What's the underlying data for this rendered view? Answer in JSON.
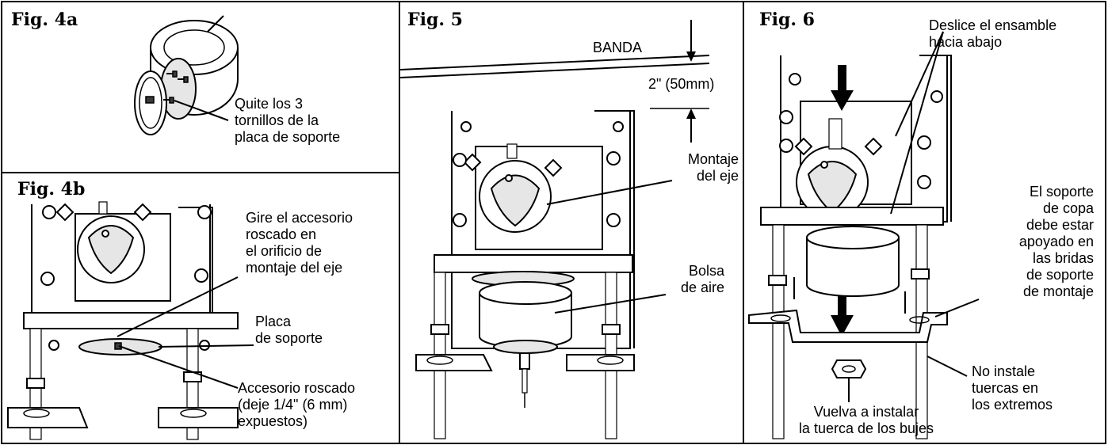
{
  "figures": {
    "fig4a": {
      "title": "Fig. 4a",
      "callout": [
        "Quite los 3",
        "tornillos de la",
        "placa de soporte"
      ]
    },
    "fig4b": {
      "title": "Fig. 4b",
      "callouts": {
        "threaded": [
          "Gire el accesorio",
          "roscado en",
          "el orificio de",
          "montaje del eje"
        ],
        "plate": [
          "Placa",
          "de soporte"
        ],
        "fitting": [
          "Accesorio roscado",
          "(deje 1/4\" (6 mm)",
          "expuestos)"
        ]
      }
    },
    "fig5": {
      "title": "Fig. 5",
      "belt_label": "BANDA",
      "gap_label": "2\" (50mm)",
      "callouts": {
        "axle": [
          "Montaje",
          "del eje"
        ],
        "airbag": [
          "Bolsa",
          "de aire"
        ]
      }
    },
    "fig6": {
      "title": "Fig. 6",
      "callouts": {
        "slide": [
          "Deslice el ensamble",
          "hacia abajo"
        ],
        "cup": [
          "El soporte",
          "de copa",
          "debe estar",
          "apoyado en",
          "las bridas",
          "de soporte",
          "de montaje"
        ],
        "nuts": [
          "No instale",
          "tuercas en",
          "los extremos"
        ],
        "reinstall": [
          "Vuelva a instalar",
          "la tuerca de los bujes"
        ]
      }
    }
  }
}
